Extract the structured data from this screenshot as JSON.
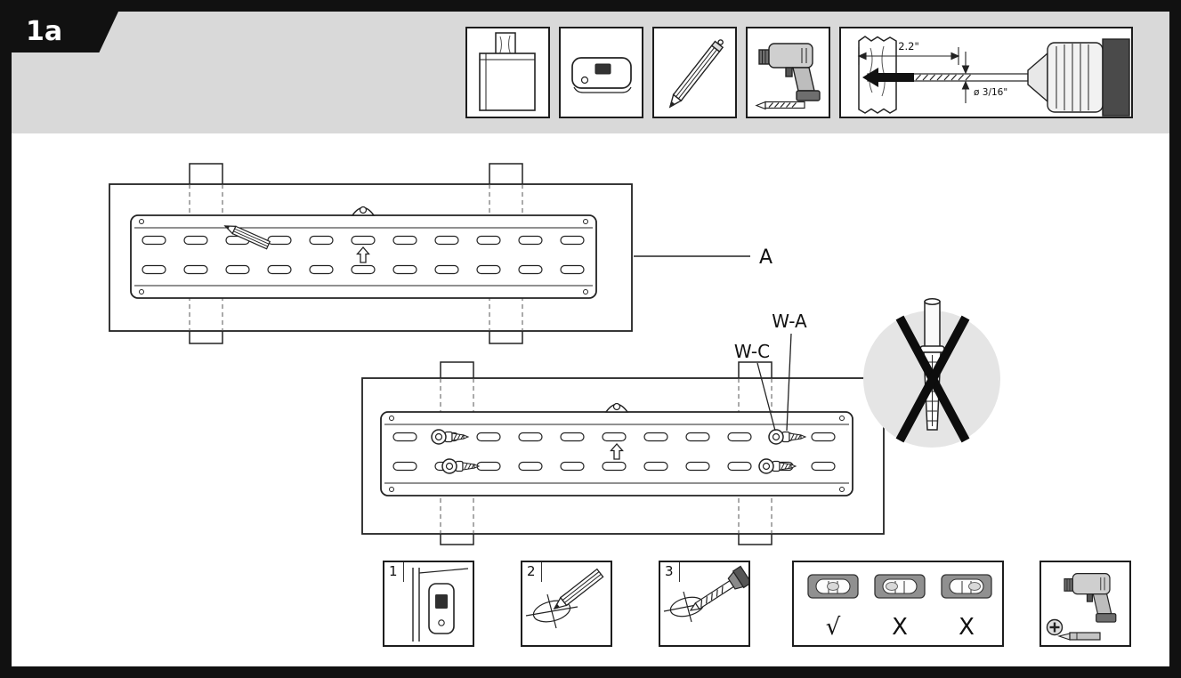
{
  "step": {
    "label": "1a"
  },
  "tools_strip": {
    "depth_label": "2.2\"",
    "diameter_label": "ø 3/16\"",
    "icons": [
      "stud",
      "stud-finder",
      "pencil",
      "drill",
      "drill-bit-depth"
    ]
  },
  "diagram": {
    "plate_label": "A",
    "screw_label": "W-A",
    "washer_label": "W-C"
  },
  "sub_steps": {
    "n1": "1",
    "n2": "2",
    "n3": "3"
  },
  "level_check": {
    "marks": [
      "√",
      "X",
      "X"
    ]
  },
  "colors": {
    "band": "#d9d9d9",
    "frame": "#111111",
    "ink": "#222222"
  }
}
